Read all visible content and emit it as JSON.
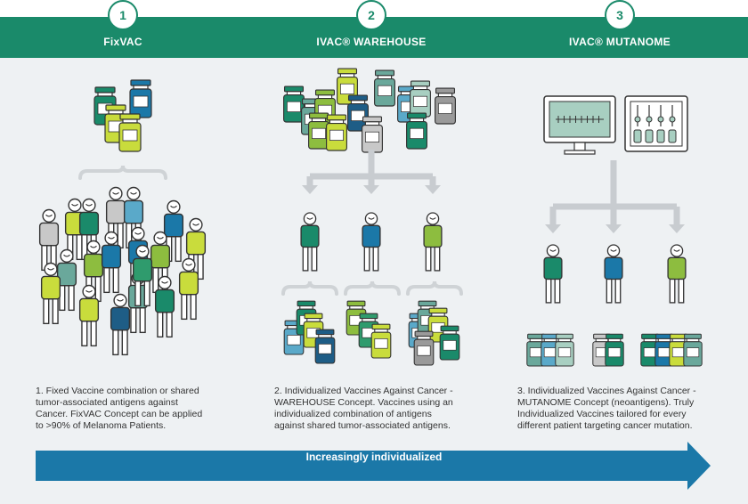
{
  "colors": {
    "band": "#1a8a6a",
    "panel": "#eef1f3",
    "arrow": "#1b78a8",
    "greens": [
      "#1a8a6a",
      "#2f9b6d",
      "#8dbd3f",
      "#c9dc3c",
      "#6aa89b",
      "#a8cfc1"
    ],
    "blues": [
      "#1b78a8",
      "#5aa9c9",
      "#1e5d86"
    ],
    "grays": [
      "#9a9a9a",
      "#c8c8c8"
    ]
  },
  "columns": [
    {
      "step": "1",
      "title": "FixVAC",
      "description": [
        "1. Fixed Vaccine combination or shared",
        "tumor-associated antigens against",
        "Cancer. FixVAC Concept can be applied",
        "to >90% of Melanoma Patients."
      ]
    },
    {
      "step": "2",
      "title": "IVAC® WAREHOUSE",
      "description": [
        "2. Individualized Vaccines Against Cancer -",
        "WAREHOUSE Concept. Vaccines using an",
        "individualized combination of antigens",
        "against shared tumor-associated antigens."
      ]
    },
    {
      "step": "3",
      "title": "IVAC® MUTANOME",
      "description": [
        "3. Individualized Vaccines Against Cancer -",
        "MUTANOME Concept (neoantigens). Truly",
        "Individualized Vaccines tailored for every",
        "different patient targeting cancer mutation."
      ]
    }
  ],
  "arrow": {
    "label": "Increasingly individualized"
  },
  "icons": [
    "vial-icon",
    "person-icon",
    "brace-icon",
    "branch-arrow-icon",
    "monitor-icon",
    "sequencer-icon"
  ]
}
